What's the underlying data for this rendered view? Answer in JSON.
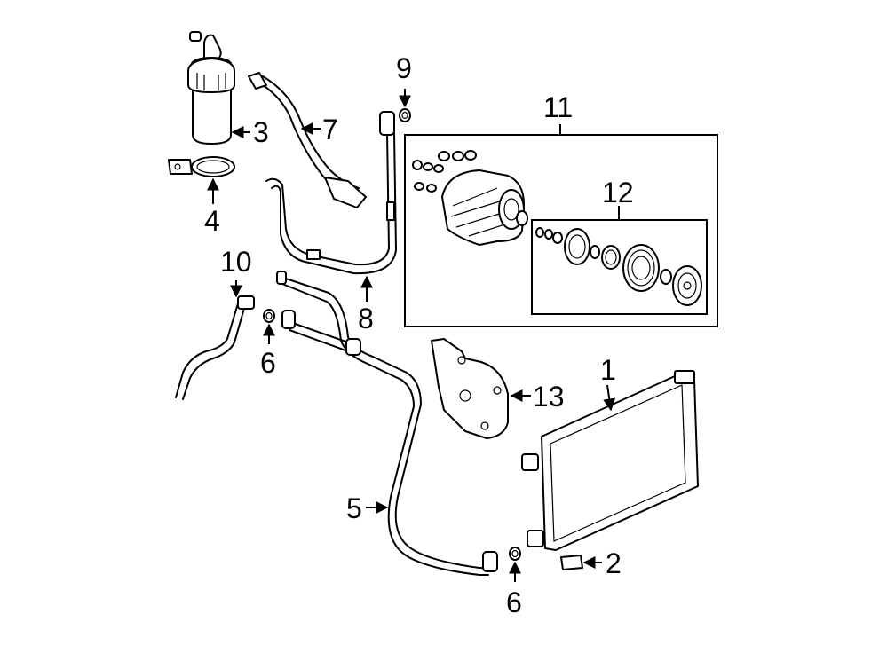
{
  "diagram": {
    "callouts": {
      "c1": "1",
      "c2": "2",
      "c3": "3",
      "c4": "4",
      "c5": "5",
      "c6a": "6",
      "c6b": "6",
      "c7": "7",
      "c8": "8",
      "c9": "9",
      "c10": "10",
      "c11": "11",
      "c12": "12",
      "c13": "13"
    }
  }
}
